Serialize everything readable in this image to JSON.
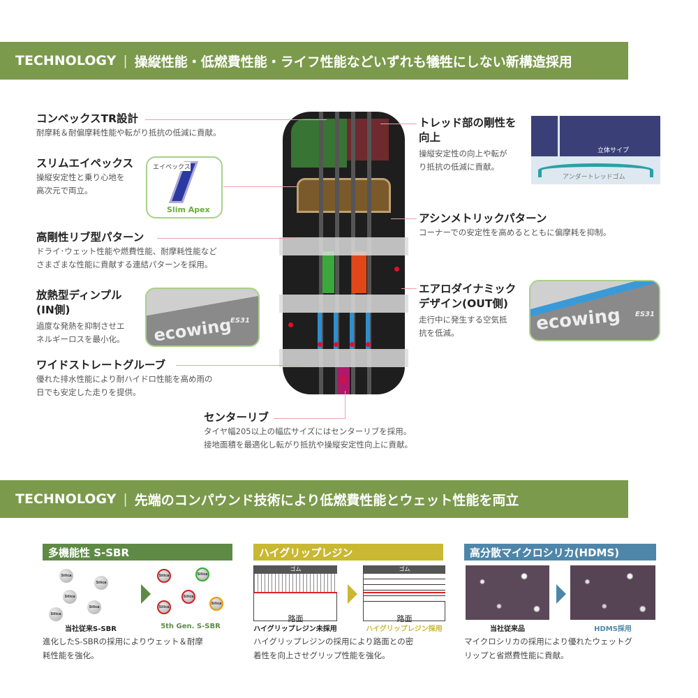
{
  "section1": {
    "label": "TECHNOLOGY",
    "title": "操縦性能・低燃費性能・ライフ性能などいずれも犠牲にしない新構造採用"
  },
  "features": {
    "convex": {
      "title": "コンベックスTR設計",
      "desc": "耐摩耗＆耐偏摩耗性能や転がり抵抗の低減に貢献。"
    },
    "apex": {
      "title": "スリムエイペックス",
      "desc1": "操縦安定性と乗り心地を",
      "desc2": "高次元で両立。",
      "inset_label": "エイペックス",
      "inset_caption": "Slim Apex"
    },
    "rib": {
      "title": "高剛性リブ型パターン",
      "desc1": "ドライ･ウェット性能や燃費性能、耐摩耗性能など",
      "desc2": "さまざまな性能に貢献する連結パターンを採用。"
    },
    "dimple": {
      "title1": "放熱型ディンプル",
      "title2": "(IN側)",
      "desc1": "過度な発熱を抑制させエ",
      "desc2": "ネルギーロスを最小化。"
    },
    "groove": {
      "title": "ワイドストレートグルーブ",
      "desc1": "優れた排水性能により耐ハイドロ性能を高め雨の",
      "desc2": "日でも安定した走りを提供。"
    },
    "center": {
      "title": "センターリブ",
      "desc1": "タイヤ幅205以上の幅広サイズにはセンターリブを採用。",
      "desc2": "接地面積を最適化し転がり抵抗や操縦安定性向上に貢献。"
    },
    "tread": {
      "title1": "トレッド部の剛性を",
      "title2": "向上",
      "desc1": "操縦安定性の向上や転が",
      "desc2": "り抵抗の低減に貢献。",
      "inset_label1": "立体サイプ",
      "inset_label2": "アンダートレッドゴム"
    },
    "asym": {
      "title": "アシンメトリックパターン",
      "desc": "コーナーでの安定性を高めるとともに偏摩耗を抑制。"
    },
    "aero": {
      "title1": "エアロダイナミック",
      "title2": "デザイン(OUT側)",
      "desc1": "走行中に発生する空気抵",
      "desc2": "抗を低減。"
    }
  },
  "tire_brand": {
    "name": "ecowing",
    "model": "ES31"
  },
  "section2": {
    "label": "TECHNOLOGY",
    "title": "先端のコンパウンド技術により低燃費性能とウェット性能を両立"
  },
  "panels": [
    {
      "title": "多機能性 S-SBR",
      "color": "#5e8a45",
      "left_label": "当社従来S-SBR",
      "right_label": "5th Gen. S-SBR",
      "particle": "Silica",
      "desc1": "進化したS-SBRの採用によりウェット＆耐摩",
      "desc2": "耗性能を強化。"
    },
    {
      "title": "ハイグリップレジン",
      "color": "#c9b832",
      "rubber": "ゴム",
      "road": "路面",
      "left_label": "ハイグリップレジン未採用",
      "right_label": "ハイグリップレジン採用",
      "desc1": "ハイグリップレジンの採用により路面との密",
      "desc2": "着性を向上させグリップ性能を強化。"
    },
    {
      "title": "高分散マイクロシリカ(HDMS)",
      "color": "#4e86aa",
      "left_label": "当社従来品",
      "right_label": "HDMS採用",
      "desc1": "マイクロシリカの採用により優れたウェットグ",
      "desc2": "リップと省燃費性能に貢献。"
    }
  ]
}
